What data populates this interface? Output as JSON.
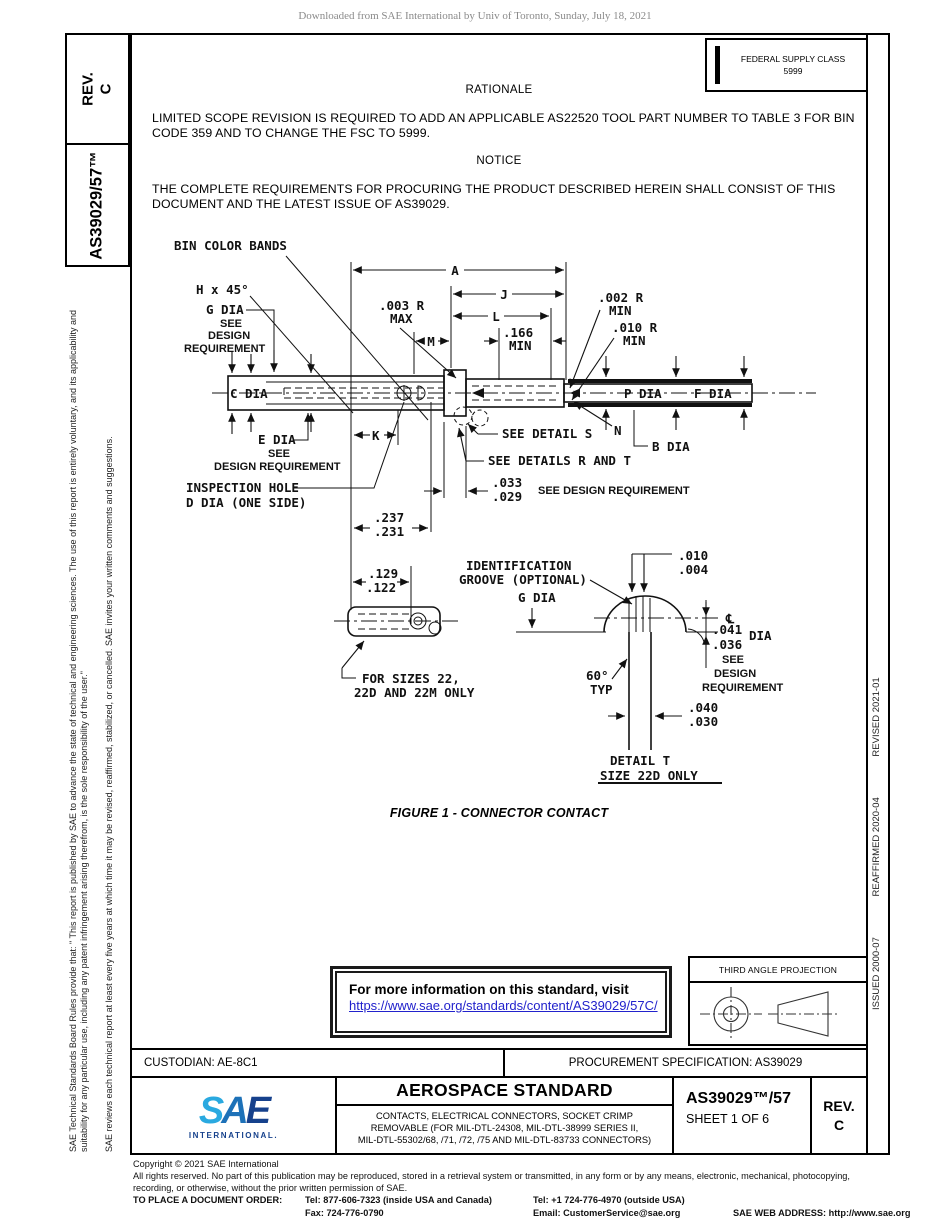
{
  "header": {
    "download_notice": "Downloaded from SAE International by Univ of Toronto, Sunday, July 18, 2021"
  },
  "sidebar": {
    "rev_line1": "REV.",
    "rev_line2": "C",
    "doc_number": "AS39029/57™",
    "disclaimer1": "SAE Technical Standards Board Rules provide that: \" This report is published by SAE to advance the state of technical and engineering sciences. The use of this report is entirely voluntary, and its applicability and suitability for any particular use, including any patent infringement arising therefrom, is the sole responsibility of the user.\"",
    "disclaimer2": "SAE reviews each technical report at least every five years at which time it may be revised, reaffirmed, stabilized, or cancelled. SAE invites your written comments and suggestions."
  },
  "fsc_box": {
    "line1": "FEDERAL SUPPLY CLASS",
    "line2": "5999"
  },
  "rationale": {
    "heading": "RATIONALE",
    "body": "LIMITED SCOPE REVISION IS REQUIRED TO ADD AN APPLICABLE AS22520 TOOL PART NUMBER TO TABLE 3 FOR BIN CODE 359 AND TO CHANGE THE FSC TO 5999."
  },
  "notice": {
    "heading": "NOTICE",
    "body": "THE COMPLETE REQUIREMENTS FOR PROCURING THE PRODUCT DESCRIBED HEREIN SHALL CONSIST OF THIS DOCUMENT AND THE LATEST ISSUE OF AS39029."
  },
  "figure": {
    "caption": "FIGURE 1 - CONNECTOR CONTACT",
    "labels": {
      "bin_color_bands": "BIN COLOR BANDS",
      "h_x_45": "H x 45°",
      "g_dia": "G DIA",
      "g_see": "SEE",
      "g_design": "DESIGN",
      "g_requirement": "REQUIREMENT",
      "r003": ".003 R",
      "r003_max": "MAX",
      "dim_a": "A",
      "dim_j": "J",
      "dim_l": "L",
      "dim_m": "M",
      "d166": ".166",
      "d166_min": "MIN",
      "r002": ".002 R",
      "r002_min": "MIN",
      "r010": ".010 R",
      "r010_min": "MIN",
      "c_dia": "C DIA",
      "p_dia": "P DIA",
      "f_dia": "F DIA",
      "n": "N",
      "b_dia": "B DIA",
      "see_detail_s": "SEE DETAIL S",
      "see_details_rt": "SEE DETAILS R AND T",
      "d033": ".033",
      "d029": ".029",
      "see_design_req": "SEE DESIGN REQUIREMENT",
      "e_dia": "E DIA",
      "e_see": "SEE",
      "e_design_req": "DESIGN REQUIREMENT",
      "dim_k": "K",
      "inspection_1": "INSPECTION HOLE",
      "inspection_2": "D DIA (ONE SIDE)",
      "d237": ".237",
      "d231": ".231",
      "d129": ".129",
      "d122": ".122",
      "sizes_1": "FOR SIZES 22,",
      "sizes_2": "22D AND 22M ONLY",
      "ident_1": "IDENTIFICATION",
      "ident_2": "GROOVE (OPTIONAL)",
      "g_dia_2": "G DIA",
      "d010": ".010",
      "d004": ".004",
      "centerline_sym": "℄",
      "d041": ".041",
      "dia": "DIA",
      "d036": ".036",
      "t_see": "SEE",
      "t_design": "DESIGN",
      "t_requirement": "REQUIREMENT",
      "deg_60": "60°",
      "typ": "TYP",
      "d040": ".040",
      "d030": ".030",
      "detail_t": "DETAIL T",
      "size_22d": "SIZE 22D ONLY"
    }
  },
  "info_box": {
    "text": "For more information on this standard, visit",
    "link": "https://www.sae.org/standards/content/AS39029/57C/"
  },
  "projection_box": {
    "title": "THIRD ANGLE PROJECTION"
  },
  "revision_strip": {
    "issued": "ISSUED 2000-07",
    "reaffirmed": "REAFFIRMED 2020-04",
    "revised": "REVISED 2021-01"
  },
  "footer": {
    "custodian": "CUSTODIAN: AE-8C1",
    "procurement": "PROCUREMENT SPECIFICATION: AS39029",
    "logo_s": "S",
    "logo_a": "A",
    "logo_e": "E",
    "logo_sub": "INTERNATIONAL.",
    "title": "AEROSPACE STANDARD",
    "subtitle1": "CONTACTS, ELECTRICAL CONNECTORS, SOCKET CRIMP",
    "subtitle2": "REMOVABLE (FOR MIL-DTL-24308, MIL-DTL-38999 SERIES II,",
    "subtitle3": "MIL-DTL-55302/68, /71, /72, /75 AND MIL-DTL-83733 CONNECTORS)",
    "doc_number": "AS39029™/57",
    "sheet": "SHEET 1 OF 6",
    "rev_line1": "REV.",
    "rev_line2": "C"
  },
  "copyright": {
    "line1": "Copyright © 2021 SAE International",
    "line2": "All rights reserved. No part of this publication may be reproduced, stored in a retrieval system or transmitted, in any form or by any means, electronic, mechanical, photocopying,",
    "line3": "recording, or otherwise, without the prior written permission of SAE.",
    "order_label": "TO PLACE A DOCUMENT ORDER:",
    "tel_inside": "Tel: 877-606-7323 (inside USA and Canada)",
    "tel_outside": "Tel: +1 724-776-4970 (outside USA)",
    "fax": "Fax: 724-776-0790",
    "email": "Email: CustomerService@sae.org",
    "web": "SAE WEB ADDRESS: http://www.sae.org"
  },
  "colors": {
    "link": "#2222cc",
    "sae_light": "#2aa9e0",
    "sae_mid": "#1d71b8",
    "sae_dark": "#16418c"
  }
}
